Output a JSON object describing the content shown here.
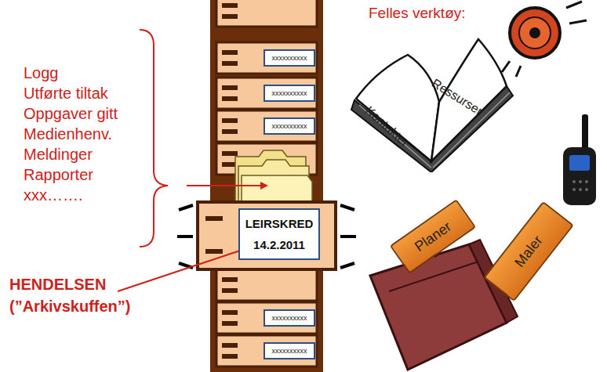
{
  "diagram": {
    "nodes": [
      {
        "text": [
          "xxxxxxxxxx"
        ]
      },
      {
        "text": [
          "xxxxxxxxxx"
        ]
      },
      {
        "text": [
          "xxxxxxxxxx"
        ]
      },
      {
        "text": [
          "LEIRSKRED 14.2.2011"
        ]
      },
      {
        "text": [
          "Kontakter",
          "Ressurser"
        ]
      },
      {
        "text": [
          "Planer"
        ]
      },
      {
        "text": [
          "Maler"
        ]
      },
      {
        "text": [
          "xxxxxxxxxx"
        ]
      },
      {
        "text": [
          "xxxxxxxxxx"
        ]
      }
    ],
    "labels": [
      "Felles verktøy:",
      "Logg",
      "Utførte tiltak",
      "Oppgaver gitt",
      "Medienhenv.",
      "Meldinger",
      "Rapporter",
      "xxx…….",
      "HENDELSEN",
      "(”Arkivskuffen”)"
    ]
  }
}
